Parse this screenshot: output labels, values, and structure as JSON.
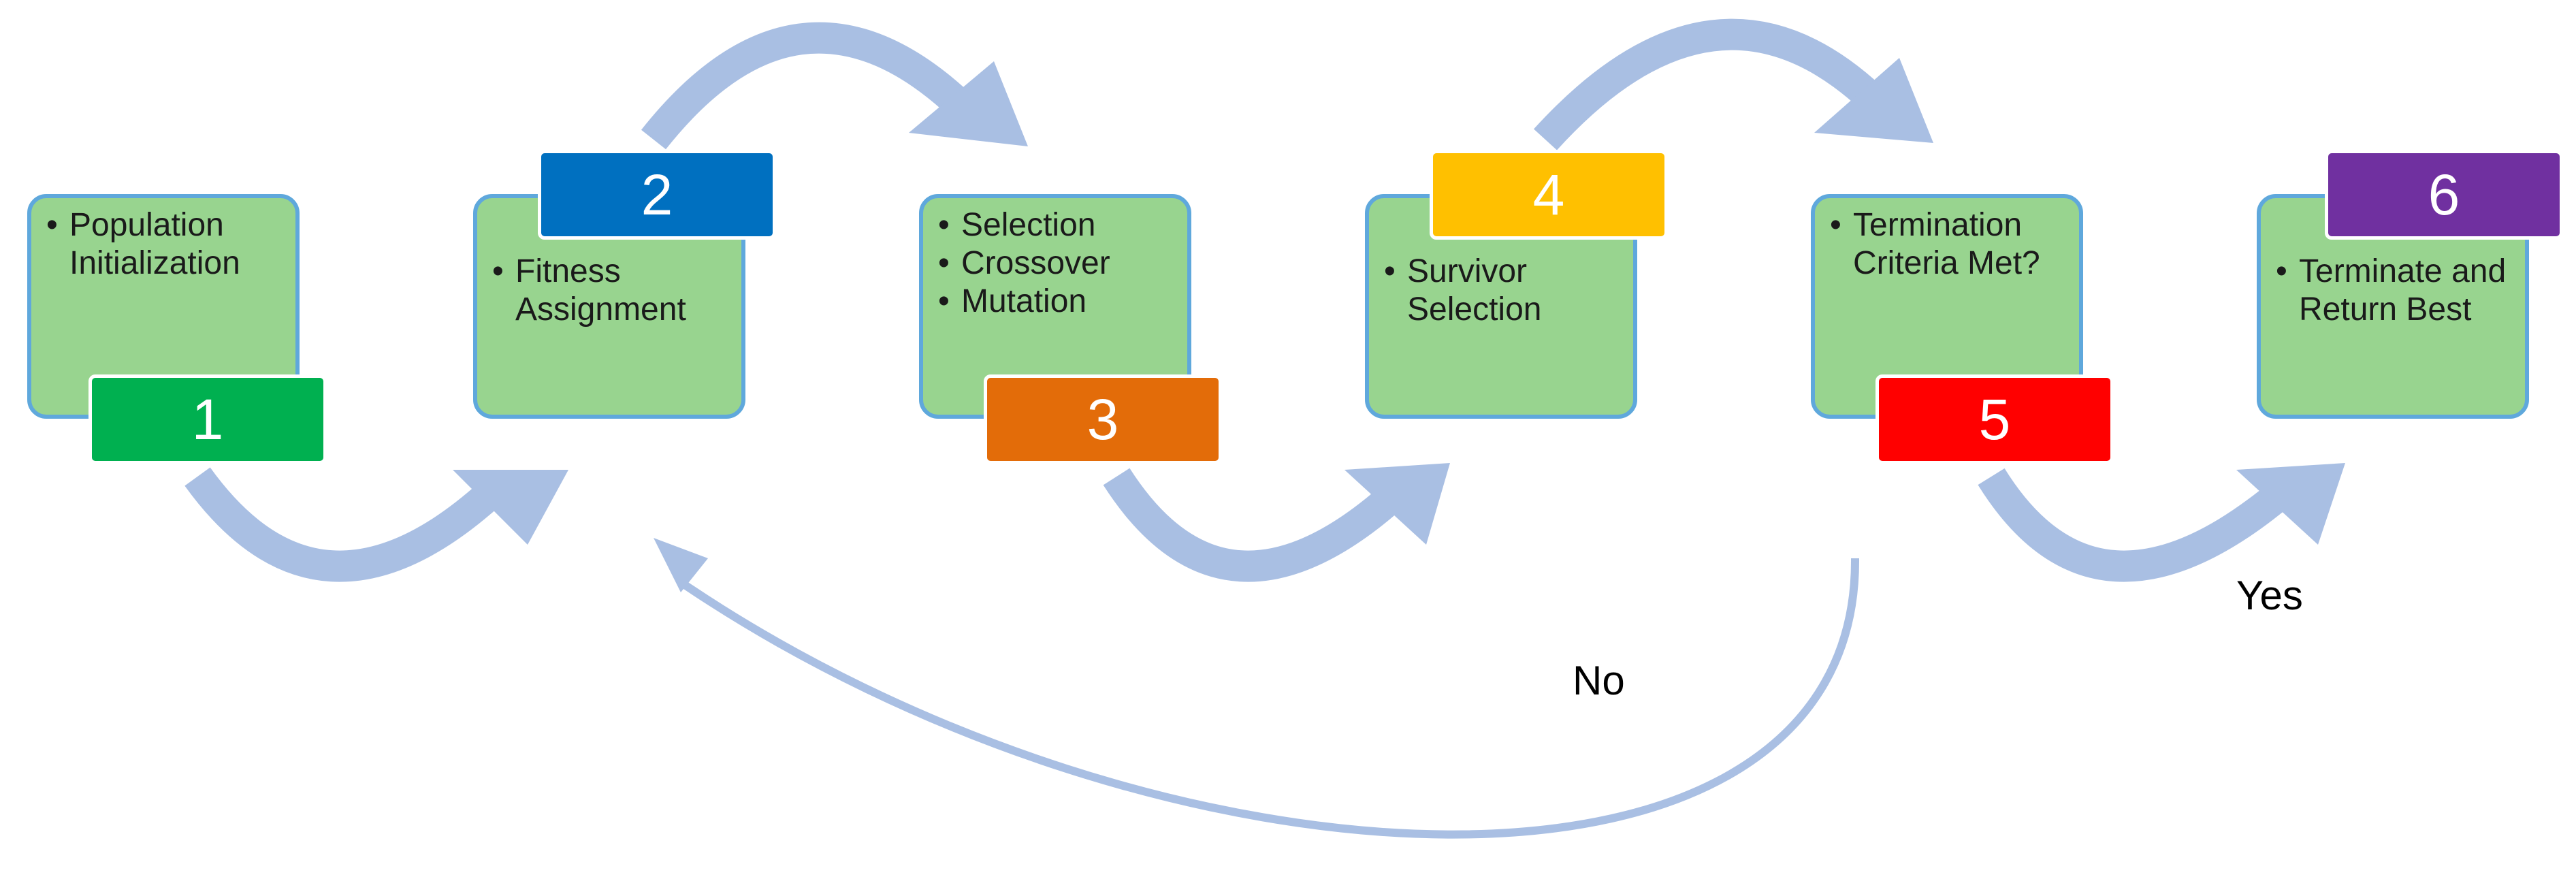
{
  "steps": [
    {
      "number": "1",
      "color": "#00b050",
      "items": [
        "Population Initialization"
      ]
    },
    {
      "number": "2",
      "color": "#0070c0",
      "items": [
        "Fitness Assignment"
      ]
    },
    {
      "number": "3",
      "color": "#e36c09",
      "items": [
        "Selection",
        "Crossover",
        "Mutation"
      ]
    },
    {
      "number": "4",
      "color": "#ffc000",
      "items": [
        "Survivor Selection"
      ]
    },
    {
      "number": "5",
      "color": "#ff0000",
      "items": [
        "Termination Criteria Met?"
      ]
    },
    {
      "number": "6",
      "color": "#7030a0",
      "items": [
        "Terminate and Return Best"
      ]
    }
  ],
  "labels": {
    "yes": "Yes",
    "no": "No"
  },
  "colors": {
    "card_fill": "#98d48f",
    "card_border": "#5fa8dc",
    "arrow": "#a9bfe3"
  }
}
